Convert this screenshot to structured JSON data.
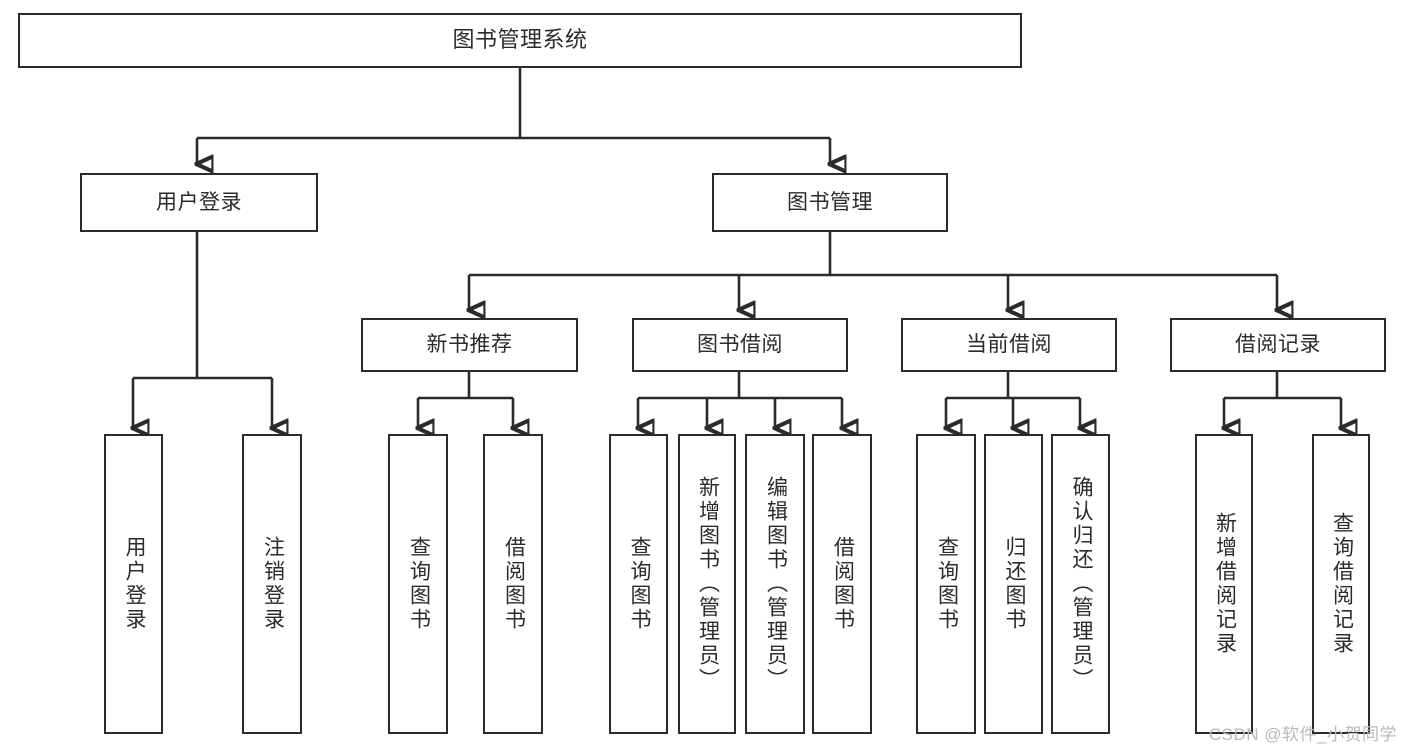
{
  "diagram": {
    "title": "图书管理系统",
    "type": "function-structure-tree",
    "watermark": "CSDN @软件_小贺同学",
    "colors": {
      "stroke": "#2b2b2b",
      "fill": "#ffffff",
      "background": "#ffffff",
      "watermark": "#b9b9b9"
    },
    "nodes": {
      "root": {
        "label": "图书管理系统"
      },
      "level1": [
        {
          "id": "user-login",
          "label": "用户登录"
        },
        {
          "id": "book-manage",
          "label": "图书管理"
        }
      ],
      "level2": [
        {
          "id": "new-book-recommend",
          "label": "新书推荐"
        },
        {
          "id": "book-borrow",
          "label": "图书借阅"
        },
        {
          "id": "current-borrow",
          "label": "当前借阅"
        },
        {
          "id": "borrow-record",
          "label": "借阅记录"
        }
      ],
      "leaves": [
        {
          "id": "leaf-user-login",
          "label": "用户登录",
          "parent": "user-login"
        },
        {
          "id": "leaf-logout-login",
          "label": "注销登录",
          "parent": "user-login"
        },
        {
          "id": "leaf-query-book-1",
          "label": "查询图书",
          "parent": "new-book-recommend"
        },
        {
          "id": "leaf-borrow-book-1",
          "label": "借阅图书",
          "parent": "new-book-recommend"
        },
        {
          "id": "leaf-query-book-2",
          "label": "查询图书",
          "parent": "book-borrow"
        },
        {
          "id": "leaf-add-book",
          "label": "新增图书（管理员）",
          "parent": "book-borrow"
        },
        {
          "id": "leaf-edit-book",
          "label": "编辑图书（管理员）",
          "parent": "book-borrow"
        },
        {
          "id": "leaf-borrow-book-2",
          "label": "借阅图书",
          "parent": "book-borrow"
        },
        {
          "id": "leaf-query-book-3",
          "label": "查询图书",
          "parent": "current-borrow"
        },
        {
          "id": "leaf-return-book",
          "label": "归还图书",
          "parent": "current-borrow"
        },
        {
          "id": "leaf-confirm-return",
          "label": "确认归还（管理员）",
          "parent": "current-borrow"
        },
        {
          "id": "leaf-add-record",
          "label": "新增借阅记录",
          "parent": "borrow-record"
        },
        {
          "id": "leaf-query-record",
          "label": "查询借阅记录",
          "parent": "borrow-record"
        }
      ]
    }
  }
}
